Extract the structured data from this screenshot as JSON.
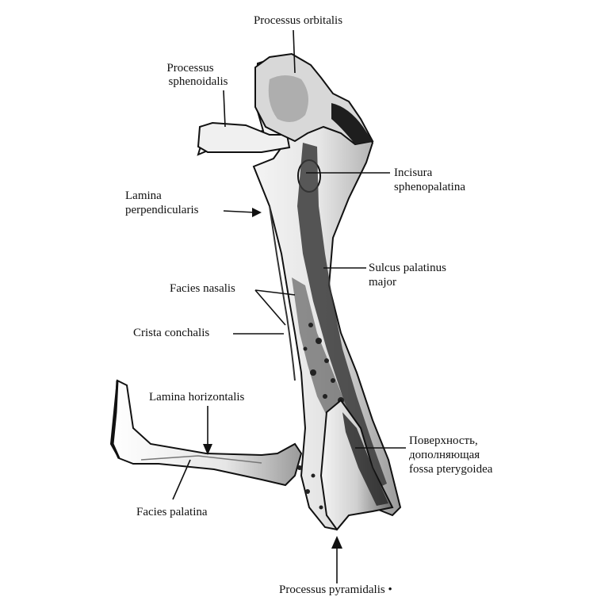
{
  "colors": {
    "ink": "#111111",
    "bone_light": "#f2f2f2",
    "bone_mid": "#c9c9c9",
    "bone_dark": "#5a5a5a",
    "shadow": "#1e1e1e"
  },
  "labels": {
    "processus_orbitalis": "Processus orbitalis",
    "processus_sphenoidalis_1": "Processus",
    "processus_sphenoidalis_2": "sphenoidalis",
    "lamina_perpendicularis_1": "Lamina",
    "lamina_perpendicularis_2": "perpendicularis",
    "incisura_1": "Incisura",
    "incisura_2": "sphenopalatina",
    "sulcus_1": "Sulcus palatinus",
    "sulcus_2": "major",
    "facies_nasalis": "Facies nasalis",
    "crista_conchalis": "Crista conchalis",
    "lamina_horizontalis": "Lamina horizontalis",
    "poverkhnost_1": "Поверхность,",
    "poverkhnost_2": "дополняющая",
    "poverkhnost_3": "fossa pterygoidea",
    "facies_palatina": "Facies palatina",
    "processus_pyramidalis": "Processus pyramidalis •"
  }
}
